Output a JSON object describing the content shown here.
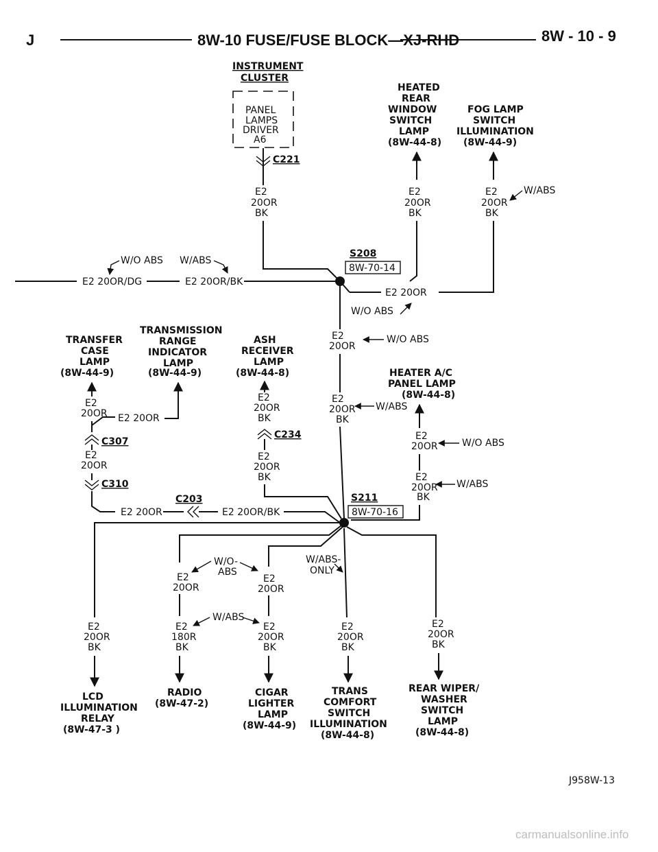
{
  "header": {
    "left": "J",
    "title": "8W-10 FUSE/FUSE BLOCK—XJ-RHD",
    "page": "8W - 10 - 9"
  },
  "cluster": {
    "title": [
      "INSTRUMENT",
      "CLUSTER"
    ],
    "box": [
      "PANEL",
      "LAMPS",
      "DRIVER",
      "A6"
    ]
  },
  "connectors": {
    "c221": "C221",
    "c307": "C307",
    "c310": "C310",
    "c234": "C234",
    "c203": "C203"
  },
  "splices": {
    "s208": "S208",
    "s208_ref": "8W-70-14",
    "s211": "S211",
    "s211_ref": "8W-70-16"
  },
  "wires": {
    "circuit": "E2",
    "gauge": "20OR",
    "color_bk": "BK",
    "e2_20or": "E2 20OR",
    "e2_20or_dg": "E2 20OR/DG",
    "e2_20or_bk": "E2 20OR/BK",
    "e2_18or": "180R"
  },
  "options": {
    "wo_abs": "W/O ABS",
    "w_abs": "W/ABS",
    "wo": "W/O-",
    "abs": "ABS",
    "w_abs_only_1": "W/ABS-",
    "w_abs_only_2": "ONLY"
  },
  "components": {
    "heated_rear": [
      "HEATED",
      "REAR",
      "WINDOW",
      "SWITCH",
      "LAMP",
      "(8W-44-8)"
    ],
    "fog_lamp": [
      "FOG LAMP",
      "SWITCH",
      "ILLUMINATION",
      "(8W-44-9)"
    ],
    "transfer_case": [
      "TRANSFER",
      "CASE",
      "LAMP",
      "(8W-44-9)"
    ],
    "transmission": [
      "TRANSMISSION",
      "RANGE",
      "INDICATOR",
      "LAMP",
      "(8W-44-9)"
    ],
    "ash_receiver": [
      "ASH",
      "RECEIVER",
      "LAMP",
      "(8W-44-8)"
    ],
    "heater_ac": [
      "HEATER A/C",
      "PANEL LAMP",
      "(8W-44-8)"
    ],
    "lcd_relay": [
      "LCD",
      "ILLUMINATION",
      "RELAY",
      "(8W-47-3 )"
    ],
    "radio": [
      "RADIO",
      "(8W-47-2)"
    ],
    "cigar_lighter": [
      "CIGAR",
      "LIGHTER",
      "LAMP",
      "(8W-44-9)"
    ],
    "trans_comfort": [
      "TRANS",
      "COMFORT",
      "SWITCH",
      "ILLUMINATION",
      "(8W-44-8)"
    ],
    "rear_wiper": [
      "REAR WIPER/",
      "WASHER",
      "SWITCH",
      "LAMP",
      "(8W-44-8)"
    ]
  },
  "footer": {
    "figure_id": "J958W-13",
    "watermark": "carmanualsonline.info"
  }
}
